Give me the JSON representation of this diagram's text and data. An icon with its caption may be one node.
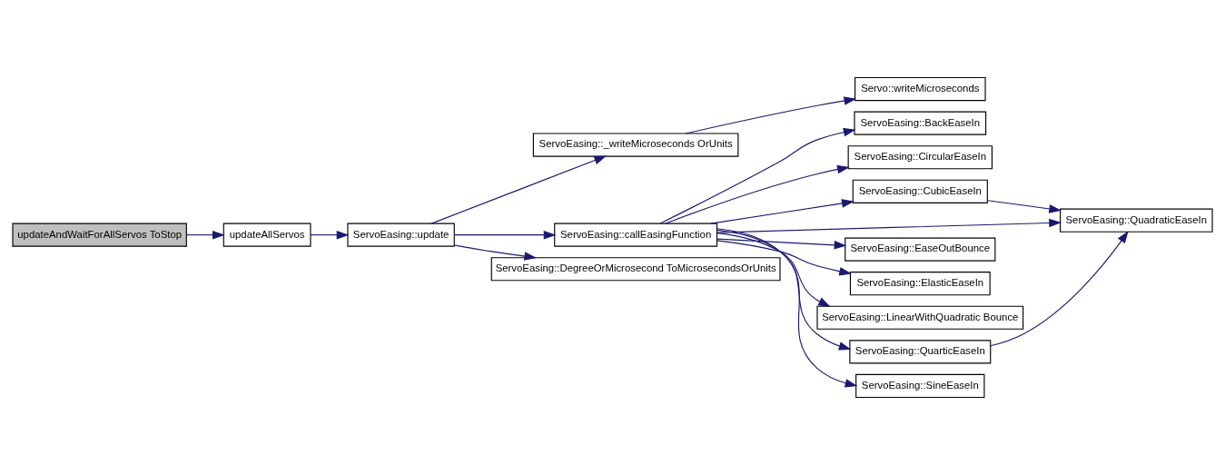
{
  "diagram": {
    "nodes": [
      {
        "text": [
          "updateAndWaitForAllServos ToStop"
        ]
      },
      {
        "text": [
          "updateAllServos"
        ]
      },
      {
        "text": [
          "ServoEasing::update"
        ]
      },
      {
        "text": [
          "ServoEasing::_writeMicroseconds OrUnits"
        ]
      },
      {
        "text": [
          "ServoEasing::callEasingFunction"
        ]
      },
      {
        "text": [
          "ServoEasing::DegreeOrMicrosecond ToMicrosecondsOrUnits"
        ]
      },
      {
        "text": [
          "Servo::writeMicroseconds"
        ]
      },
      {
        "text": [
          "ServoEasing::BackEaseIn"
        ]
      },
      {
        "text": [
          "ServoEasing::CircularEaseIn"
        ]
      },
      {
        "text": [
          "ServoEasing::CubicEaseIn"
        ]
      },
      {
        "text": [
          "ServoEasing::QuadraticEaseIn"
        ]
      },
      {
        "text": [
          "ServoEasing::EaseOutBounce"
        ]
      },
      {
        "text": [
          "ServoEasing::ElasticEaseIn"
        ]
      },
      {
        "text": [
          "ServoEasing::LinearWithQuadratic Bounce"
        ]
      },
      {
        "text": [
          "ServoEasing::QuarticEaseIn"
        ]
      },
      {
        "text": [
          "ServoEasing::SineEaseIn"
        ]
      }
    ],
    "edges": [
      {
        "from": 0,
        "to": 1,
        "arrow": "to"
      },
      {
        "from": 1,
        "to": 2,
        "arrow": "to"
      },
      {
        "from": 2,
        "to": 3,
        "arrow": "to"
      },
      {
        "from": 2,
        "to": 4,
        "arrow": "to"
      },
      {
        "from": 2,
        "to": 5,
        "arrow": "to"
      },
      {
        "from": 3,
        "to": 6,
        "arrow": "to"
      },
      {
        "from": 4,
        "to": 7,
        "arrow": "to"
      },
      {
        "from": 4,
        "to": 8,
        "arrow": "to"
      },
      {
        "from": 4,
        "to": 9,
        "arrow": "to"
      },
      {
        "from": 4,
        "to": 10,
        "arrow": "to"
      },
      {
        "from": 4,
        "to": 11,
        "arrow": "to"
      },
      {
        "from": 4,
        "to": 12,
        "arrow": "to"
      },
      {
        "from": 4,
        "to": 13,
        "arrow": "to"
      },
      {
        "from": 4,
        "to": 14,
        "arrow": "to"
      },
      {
        "from": 4,
        "to": 15,
        "arrow": "to"
      },
      {
        "from": 9,
        "to": 10,
        "arrow": "to"
      },
      {
        "from": 14,
        "to": 10,
        "arrow": "to"
      }
    ]
  }
}
